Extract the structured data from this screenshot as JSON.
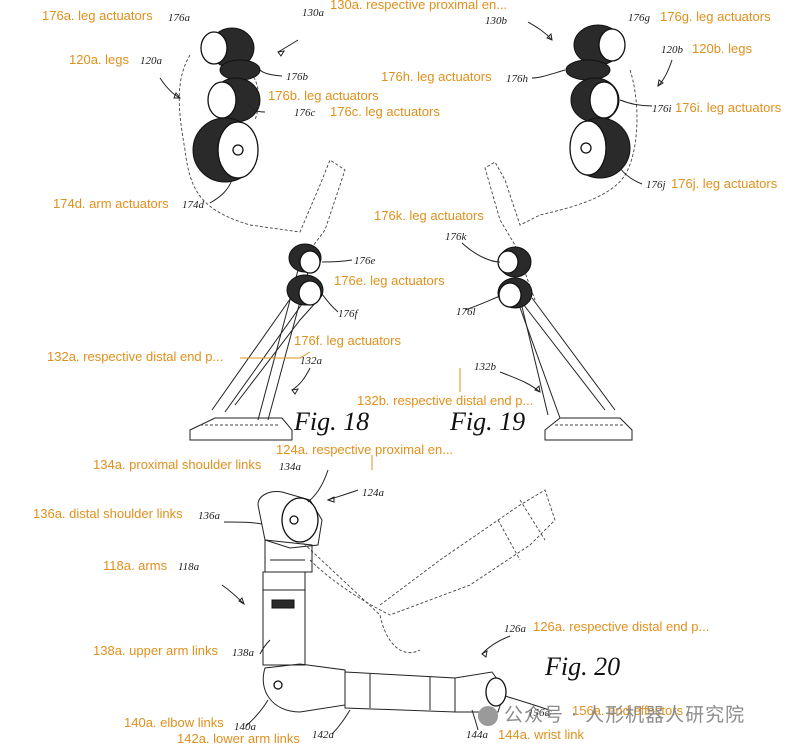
{
  "labels": {
    "l176a": "176a. leg actuators",
    "l130a": "130a. respective proximal en...",
    "l176g": "176g. leg actuators",
    "l120b": "120b. legs",
    "l120a": "120a. legs",
    "l176h": "176h. leg actuators",
    "l176b": "176b. leg actuators",
    "l176c": "176c. leg actuators",
    "l176i": "176i. leg actuators",
    "l174d": "174d. arm actuators",
    "l176j": "176j. leg actuators",
    "l176k": "176k. leg actuators",
    "l176e": "176e. leg actuators",
    "l176f": "176f. leg actuators",
    "l132a": "132a. respective distal end p...",
    "l132b": "132b. respective distal end p...",
    "l124a": "124a. respective proximal en...",
    "l134a": "134a. proximal shoulder links",
    "l136a": "136a. distal shoulder links",
    "l118a": "118a. arms",
    "l126a": "126a. respective distal end p...",
    "l138a": "138a. upper arm links",
    "l140a": "140a. elbow links",
    "l156a": "156a. end effectors",
    "l144a": "144a. wrist link",
    "l142a": "142a. lower arm links"
  },
  "refs": {
    "r176a": "176a",
    "r130a": "130a",
    "r130b": "130b",
    "r176g": "176g",
    "r120a": "120a",
    "r120b": "120b",
    "r176b": "176b",
    "r176h": "176h",
    "r176c": "176c",
    "r176i": "176i",
    "r174d": "174d",
    "r176j": "176j",
    "r176k": "176k",
    "r176e": "176e",
    "r176l": "176l",
    "r176f": "176f",
    "r132a": "132a",
    "r132b": "132b",
    "r134a": "134a",
    "r124a": "124a",
    "r136a": "136a",
    "r118a": "118a",
    "r138a": "138a",
    "r126a": "126a",
    "r140a": "140a",
    "r142a": "142a",
    "r144a": "144a",
    "r156a": "156a"
  },
  "figures": {
    "fig18": "Fig. 18",
    "fig19": "Fig. 19",
    "fig20": "Fig. 20"
  },
  "watermark": "公众号 · 人形机器人研究院",
  "colors": {
    "label": "#e0901c",
    "ink": "#222222"
  }
}
